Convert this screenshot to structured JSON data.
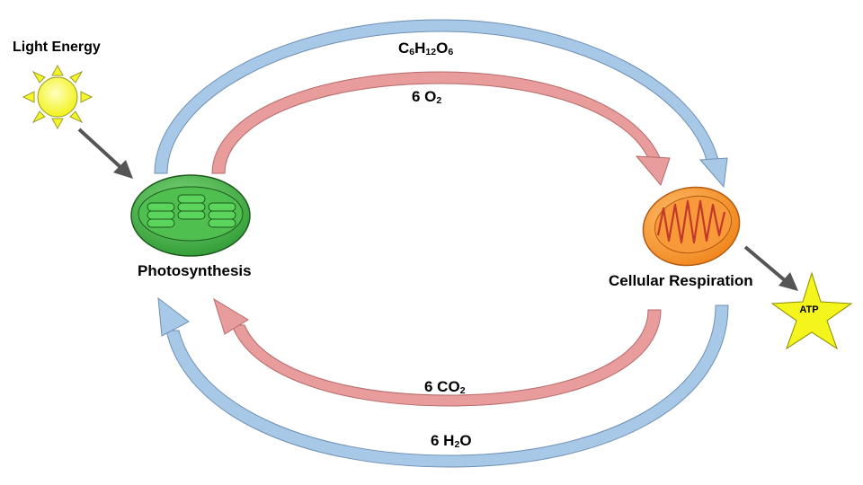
{
  "labels": {
    "light_energy": "Light Energy",
    "photosynthesis": "Photosynthesis",
    "cellular_respiration": "Cellular Respiration",
    "atp": "ATP"
  },
  "molecules": {
    "glucose": {
      "prefix": "C",
      "s1": "6",
      "mid1": "H",
      "s2": "12",
      "mid2": "O",
      "s3": "6"
    },
    "oxygen": {
      "prefix": "6 O",
      "sub": "2"
    },
    "carbon_dioxide": {
      "prefix": "6 CO",
      "sub": "2"
    },
    "water": {
      "prefix": "6 H",
      "sub": "2",
      "suffix": "O"
    }
  },
  "colors": {
    "blue_arrow": "#a8c8e8",
    "red_arrow": "#e89c9c",
    "chloroplast": "#3aa53a",
    "mitochondrion": "#f7931e",
    "sun": "#f5f52a",
    "atp_star": "#f5f51e",
    "pointer_arrow": "#555555"
  }
}
